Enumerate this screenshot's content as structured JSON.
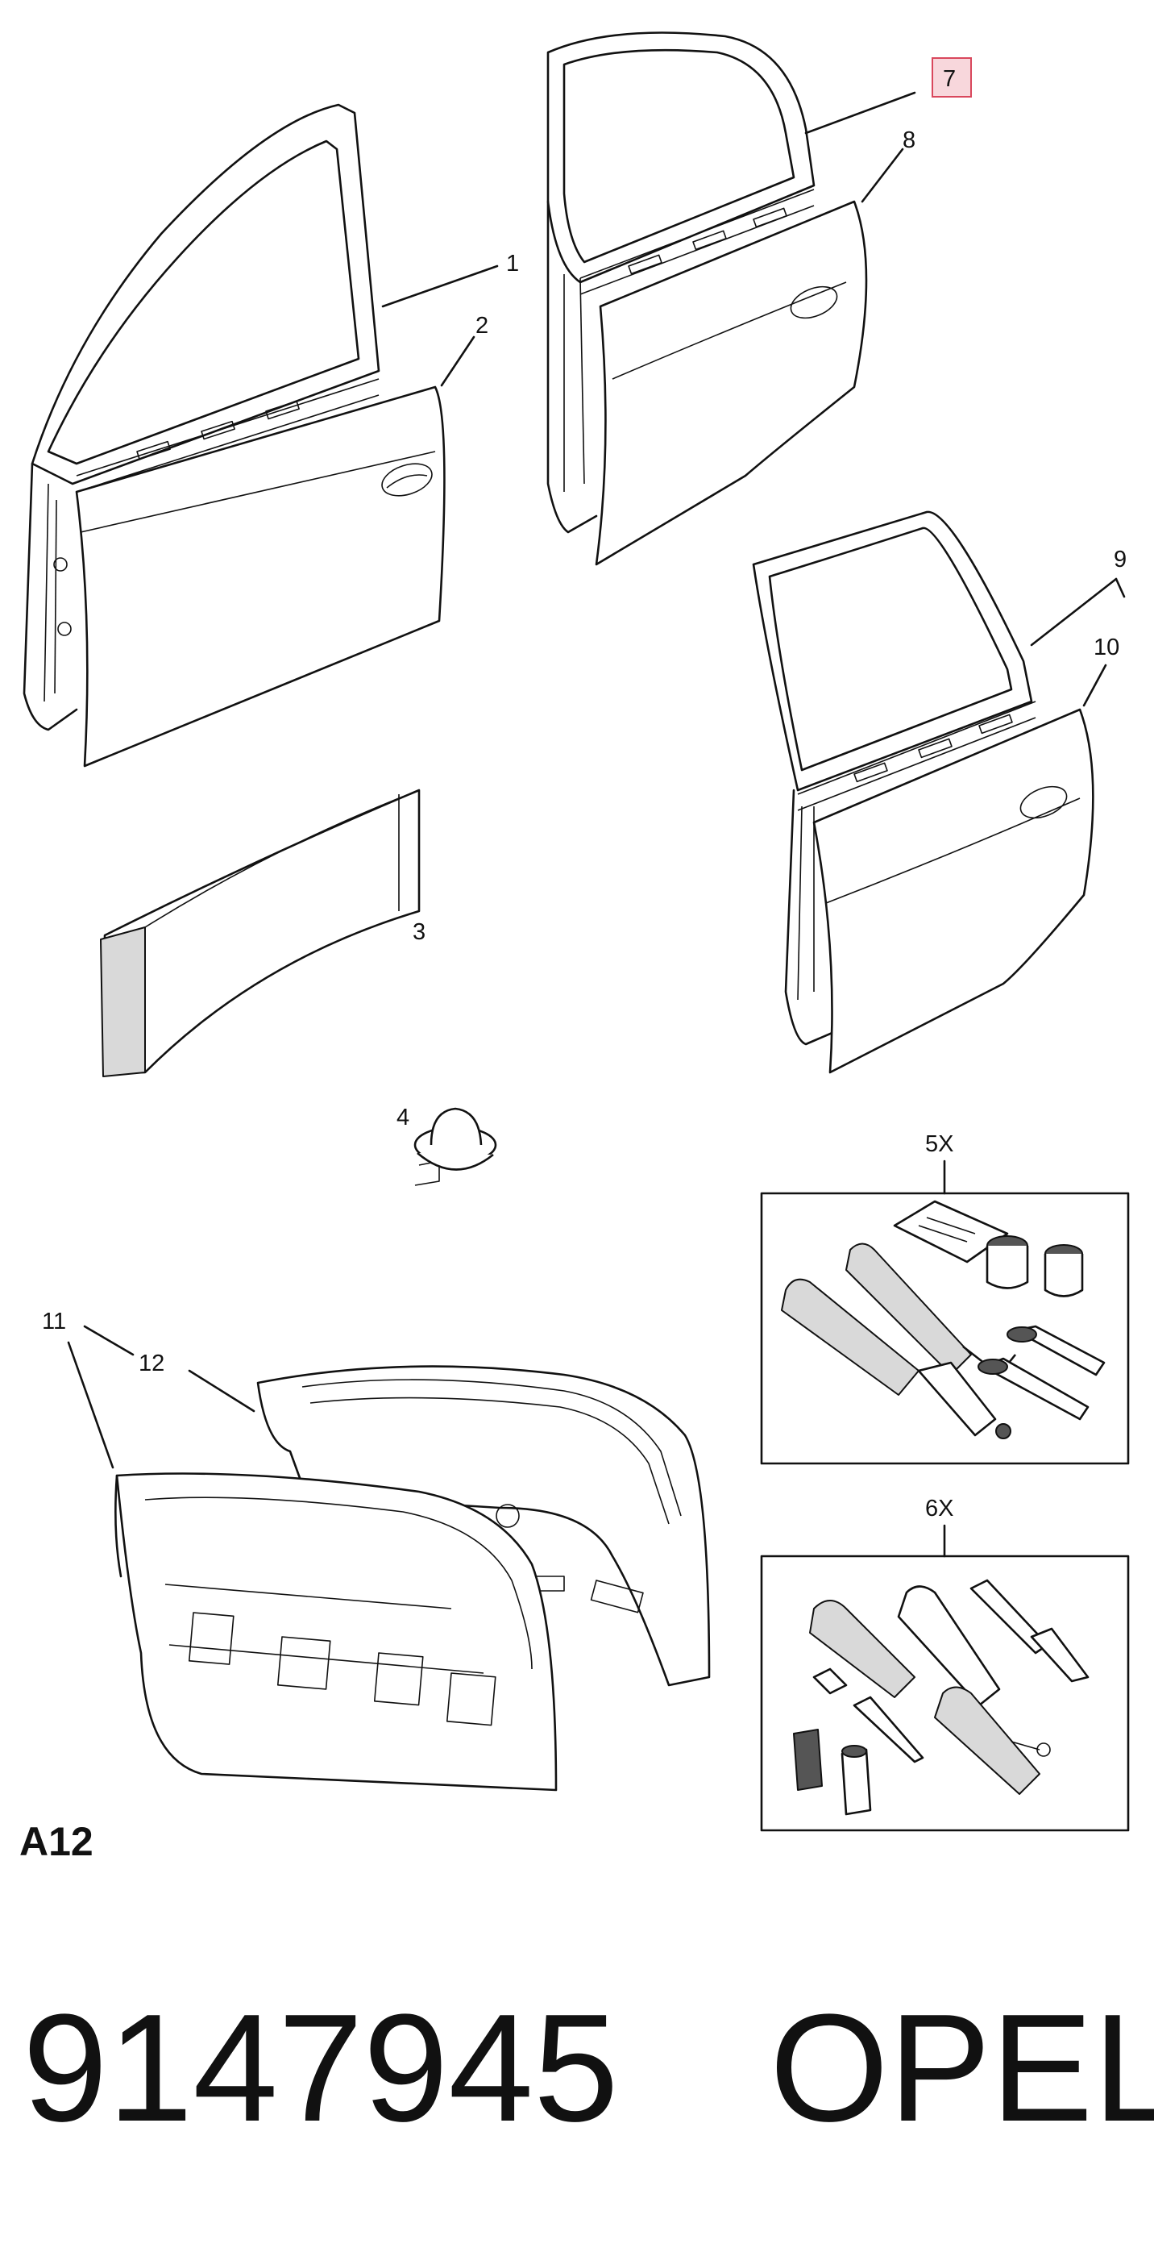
{
  "callouts": {
    "c1": "1",
    "c2": "2",
    "c3": "3",
    "c4": "4",
    "c5": "5X",
    "c6": "6X",
    "c7": "7",
    "c8": "8",
    "c9": "9",
    "c10": "10",
    "c11": "11",
    "c12": "12"
  },
  "highlighted_callout": "7",
  "section_code": "A12",
  "part_number": "9147945",
  "brand": "OPEL",
  "colors": {
    "highlight_fill": "#f8d7dc",
    "highlight_stroke": "#d9475c",
    "line": "#111111"
  }
}
